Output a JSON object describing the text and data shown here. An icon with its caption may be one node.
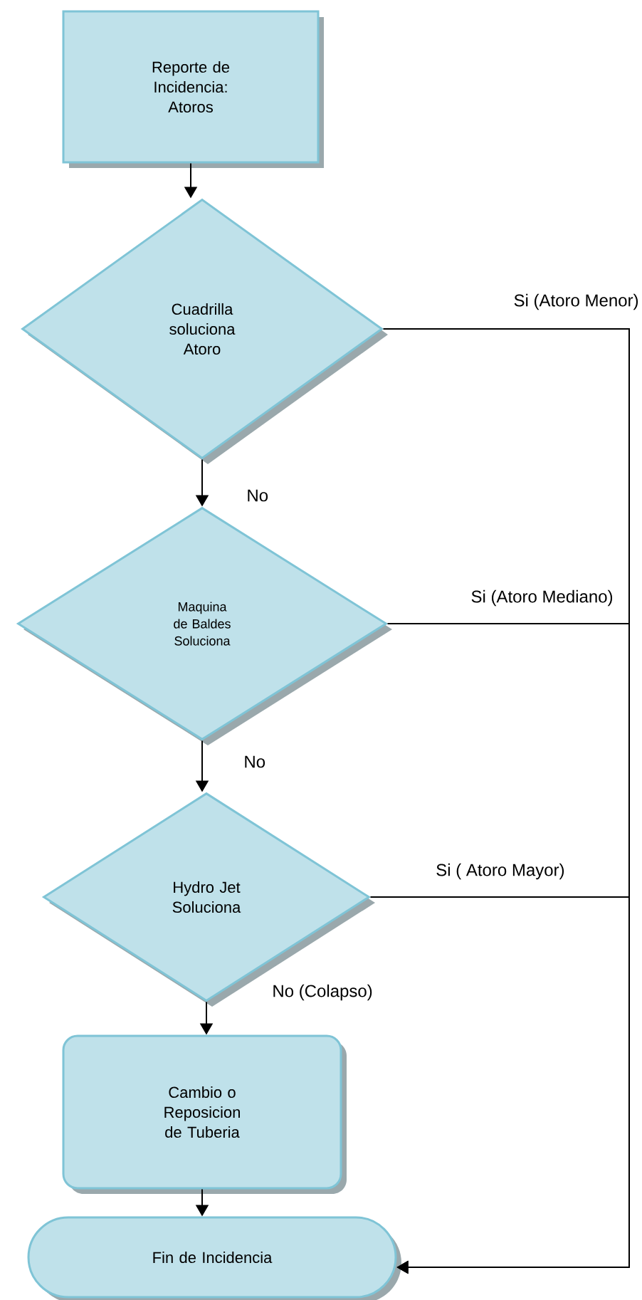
{
  "diagram": {
    "nodes": [
      {
        "text": [
          "Reporte de Incidencia: Atoros"
        ]
      },
      {
        "text": [
          "Cuadrilla soluciona Atoro"
        ]
      },
      {
        "text": [
          "Maquina de Baldes Soluciona"
        ]
      },
      {
        "text": [
          "Hydro Jet Soluciona"
        ]
      },
      {
        "text": [
          "Cambio o Reposicion de Tuberia"
        ]
      },
      {
        "text": [
          "Fin de Incidencia"
        ]
      }
    ],
    "edges": [
      {
        "from": 0,
        "to": 1,
        "arrow": "to"
      },
      {
        "from": 1,
        "to": 2,
        "arrow": "to",
        "label": "No"
      },
      {
        "from": 2,
        "to": 3,
        "arrow": "to",
        "label": "No"
      },
      {
        "from": 3,
        "to": 4,
        "arrow": "to",
        "label": "No (Colapso)"
      },
      {
        "from": 4,
        "to": 5,
        "arrow": "to"
      },
      {
        "from": 1,
        "to": 5,
        "arrow": "to",
        "label": "Si (Atoro Menor)"
      },
      {
        "from": 2,
        "to": 5,
        "arrow": "to",
        "label": "Si (Atoro Mediano)"
      },
      {
        "from": 3,
        "to": 5,
        "arrow": "to",
        "label": "Si ( Atoro Mayor)"
      }
    ]
  }
}
